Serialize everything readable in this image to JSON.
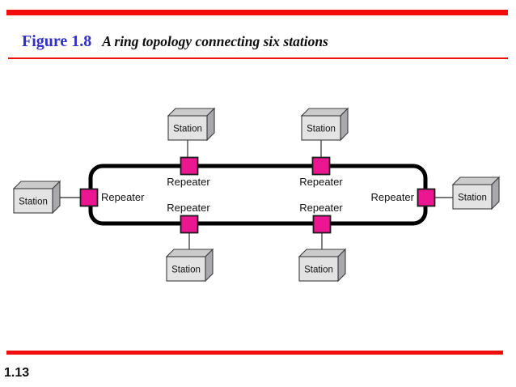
{
  "header": {
    "figure_label": "Figure 1.8",
    "figure_caption": "A ring topology connecting six stations"
  },
  "footer": {
    "page_number": "1.13"
  },
  "colors": {
    "accent_red": "#F20D0D",
    "figure_label_blue": "#3030C8",
    "repeater_pink": "#EB1690",
    "box_front_gray": "#E3E3E3",
    "box_top_gray": "#CBCBCB",
    "box_side_gray": "#A9A9AC",
    "ring_black": "#000000"
  },
  "diagram": {
    "description": "Ring backbone connecting six repeaters, each attached to a station",
    "stations": [
      {
        "label": "Station",
        "position": "top-left"
      },
      {
        "label": "Station",
        "position": "top-right"
      },
      {
        "label": "Station",
        "position": "left"
      },
      {
        "label": "Station",
        "position": "right"
      },
      {
        "label": "Station",
        "position": "bottom-left"
      },
      {
        "label": "Station",
        "position": "bottom-right"
      }
    ],
    "repeaters": [
      {
        "label": "Repeater",
        "position": "top-left"
      },
      {
        "label": "Repeater",
        "position": "top-right"
      },
      {
        "label": "Repeater",
        "position": "left"
      },
      {
        "label": "Repeater",
        "position": "right"
      },
      {
        "label": "Repeater",
        "position": "bottom-left"
      },
      {
        "label": "Repeater",
        "position": "bottom-right"
      }
    ]
  }
}
